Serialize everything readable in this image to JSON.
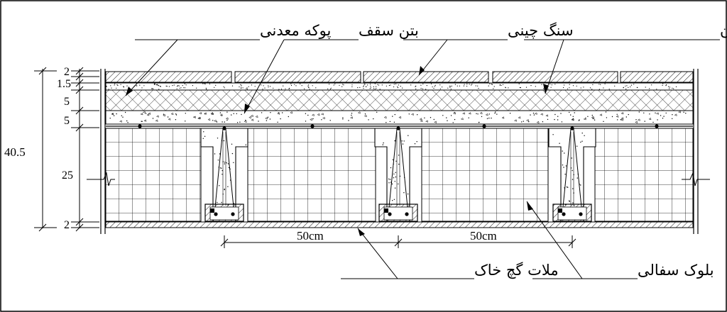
{
  "labels": {
    "mortar_top": "ملات ماسه سیمان",
    "stone_tile": "سنگ چینی",
    "slab_concrete": "بتن سقف",
    "mineral_wool": "پوکه معدنی",
    "plaster_mortar": "ملات گچ خاک",
    "clay_block": "بلوک سفالی"
  },
  "dimensions": {
    "layers": [
      "2",
      "1.5",
      "5",
      "5",
      "25",
      "2"
    ],
    "total": "40.5",
    "spacing": [
      "50cm",
      "50cm"
    ]
  },
  "colors": {
    "line": "#000000",
    "background": "#ffffff"
  }
}
